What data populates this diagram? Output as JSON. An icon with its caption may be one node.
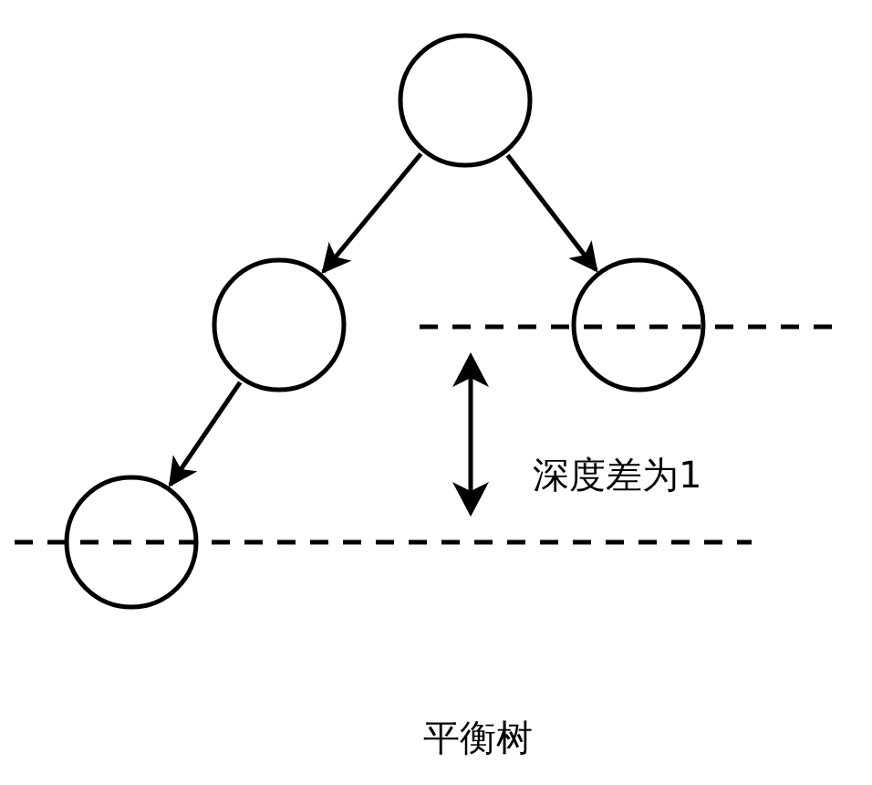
{
  "diagram": {
    "caption": "平衡树",
    "nodes": [
      {
        "text": [],
        "shape": "circle"
      },
      {
        "text": [],
        "shape": "circle"
      },
      {
        "text": [],
        "shape": "circle"
      },
      {
        "text": [],
        "shape": "circle"
      }
    ],
    "edges": [
      {
        "from": 0,
        "to": 1,
        "arrow": "to"
      },
      {
        "from": 0,
        "to": 2,
        "arrow": "to"
      },
      {
        "from": 1,
        "to": 3,
        "arrow": "to"
      }
    ],
    "labels": [
      "深度差为1"
    ]
  }
}
